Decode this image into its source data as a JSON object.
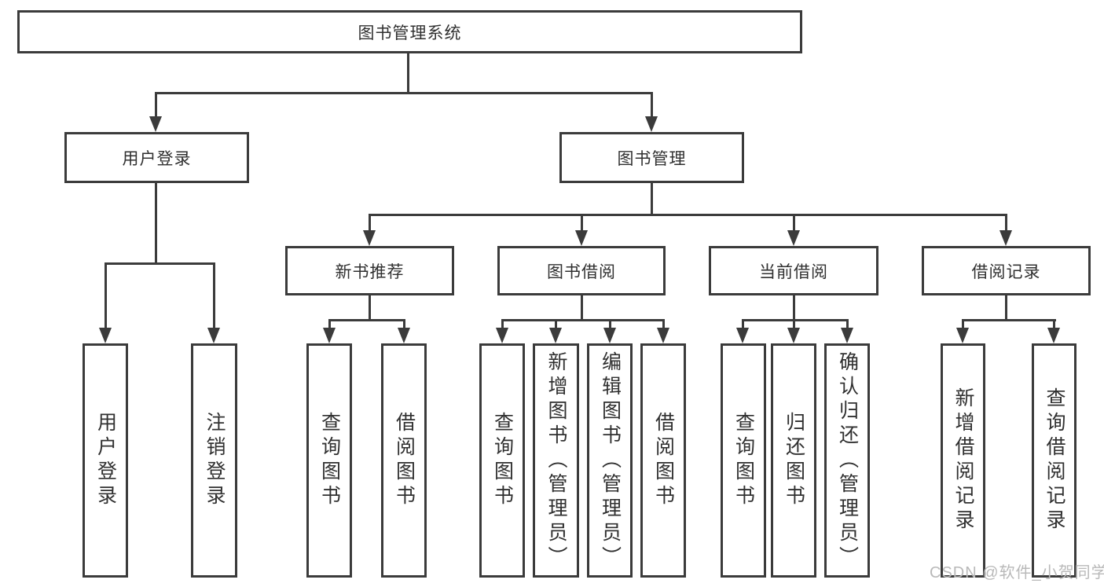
{
  "tree": {
    "label": "图书管理系统",
    "children": [
      {
        "label": "用户登录",
        "children": [
          {
            "label": "用户登录"
          },
          {
            "label": "注销登录"
          }
        ]
      },
      {
        "label": "图书管理",
        "children": [
          {
            "label": "新书推荐",
            "children": [
              {
                "label": "查询图书"
              },
              {
                "label": "借阅图书"
              }
            ]
          },
          {
            "label": "图书借阅",
            "children": [
              {
                "label": "查询图书"
              },
              {
                "label": "新增图书（管理员）"
              },
              {
                "label": "编辑图书（管理员）"
              },
              {
                "label": "借阅图书"
              }
            ]
          },
          {
            "label": "当前借阅",
            "children": [
              {
                "label": "查询图书"
              },
              {
                "label": "归还图书"
              },
              {
                "label": "确认归还（管理员）"
              }
            ]
          },
          {
            "label": "借阅记录",
            "children": [
              {
                "label": "新增借阅记录"
              },
              {
                "label": "查询借阅记录"
              }
            ]
          }
        ]
      }
    ]
  },
  "watermark": {
    "text": "CSDN @软件_小贺同学",
    "color": "#b9b9b9"
  },
  "colors": {
    "line": "#3b3b3b",
    "text": "#303030",
    "background": "#ffffff"
  }
}
